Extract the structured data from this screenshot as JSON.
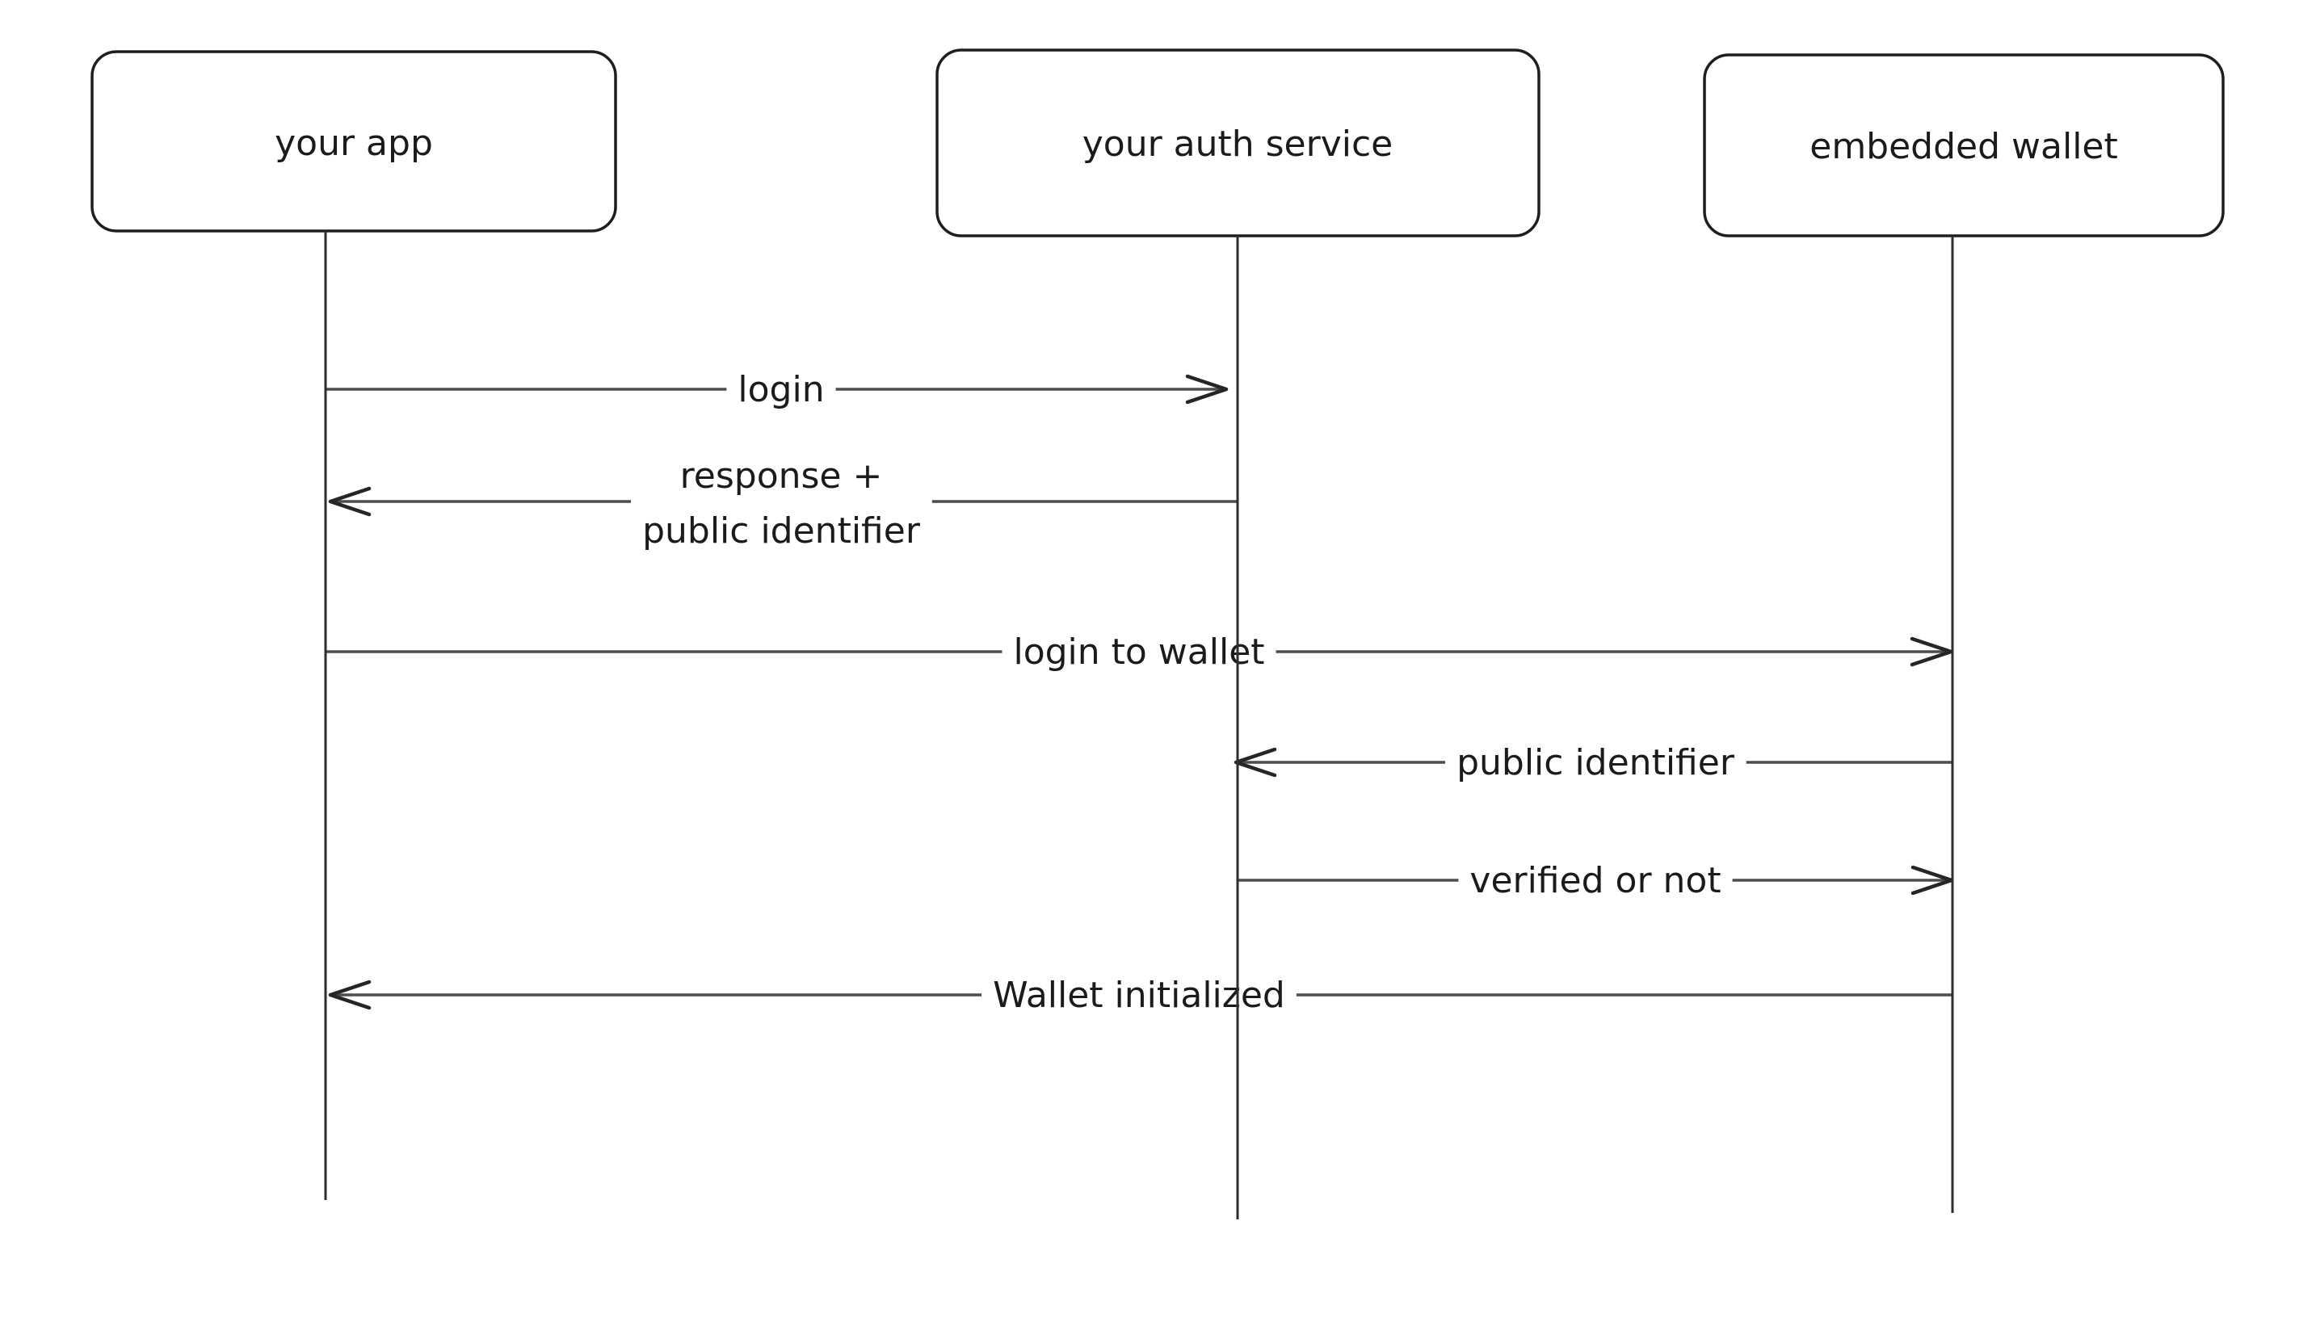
{
  "diagram": {
    "type": "sequence-diagram",
    "background": "#ffffff",
    "colors": {
      "box_stroke": "#1e1e1e",
      "lifeline": "#2e2e2e",
      "message_line": "#4d4d4d",
      "arrow_head": "#262626",
      "text": "#1b1b1b"
    },
    "actors": [
      {
        "label": "your app"
      },
      {
        "label": "your auth service"
      },
      {
        "label": "embedded wallet"
      }
    ],
    "messages": [
      {
        "label": "login",
        "from": "your app",
        "to": "your auth service",
        "direction": "right"
      },
      {
        "label": "response + public identifier",
        "lines": [
          "response +",
          "public identifier"
        ],
        "from": "your auth service",
        "to": "your app",
        "direction": "left"
      },
      {
        "label": "login to wallet",
        "from": "your app",
        "to": "embedded wallet",
        "direction": "right"
      },
      {
        "label": "public identifier",
        "from": "embedded wallet",
        "to": "your auth service",
        "direction": "left"
      },
      {
        "label": "verified or not",
        "from": "your auth service",
        "to": "embedded wallet",
        "direction": "right"
      },
      {
        "label": "Wallet initialized",
        "from": "embedded wallet",
        "to": "your app",
        "direction": "left"
      }
    ]
  }
}
